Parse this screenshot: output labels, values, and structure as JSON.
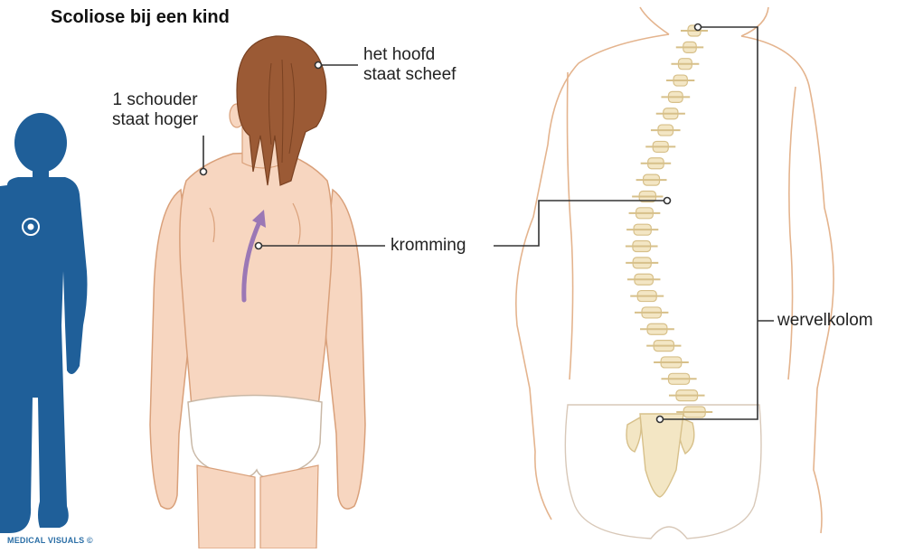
{
  "title": "Scoliose bij een kind",
  "labels": {
    "shoulder_line1": "1 schouder",
    "shoulder_line2": "staat hoger",
    "head_line1": "het hoofd",
    "head_line2": "staat scheef",
    "curve": "kromming",
    "spine": "wervelkolom"
  },
  "credit": "MEDICAL VISUALS ©",
  "colors": {
    "silhouette": "#1f5f99",
    "skin": "#f7d6c0",
    "skin_outline": "#d9a07a",
    "hair": "#9b5a35",
    "underwear": "#ffffff",
    "bone": "#f3e6c4",
    "bone_outline": "#d7c08a",
    "arrow": "#9b78b5",
    "leader": "#333333"
  }
}
